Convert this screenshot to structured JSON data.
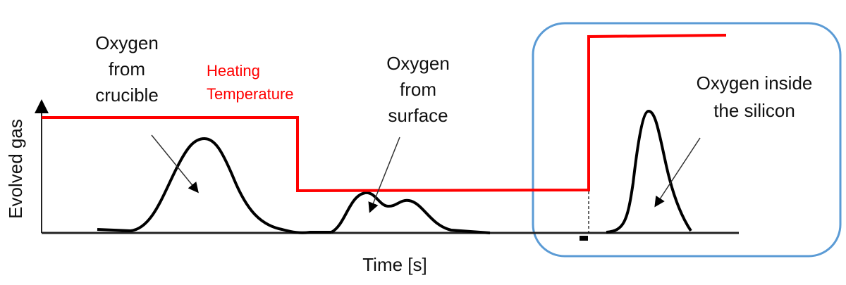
{
  "labels": {
    "crucible": [
      "Oxygen",
      "from",
      "crucible"
    ],
    "heating": [
      "Heating",
      "Temperature"
    ],
    "surface": [
      "Oxygen",
      "from",
      "surface"
    ],
    "silicon": [
      "Oxygen inside",
      "the silicon"
    ],
    "x_axis": "Time [s]",
    "y_axis": "Evolved gas"
  },
  "colors": {
    "temperature": "#ff0000",
    "highlight_box": "#5b9bd5",
    "curve": "#000000"
  }
}
